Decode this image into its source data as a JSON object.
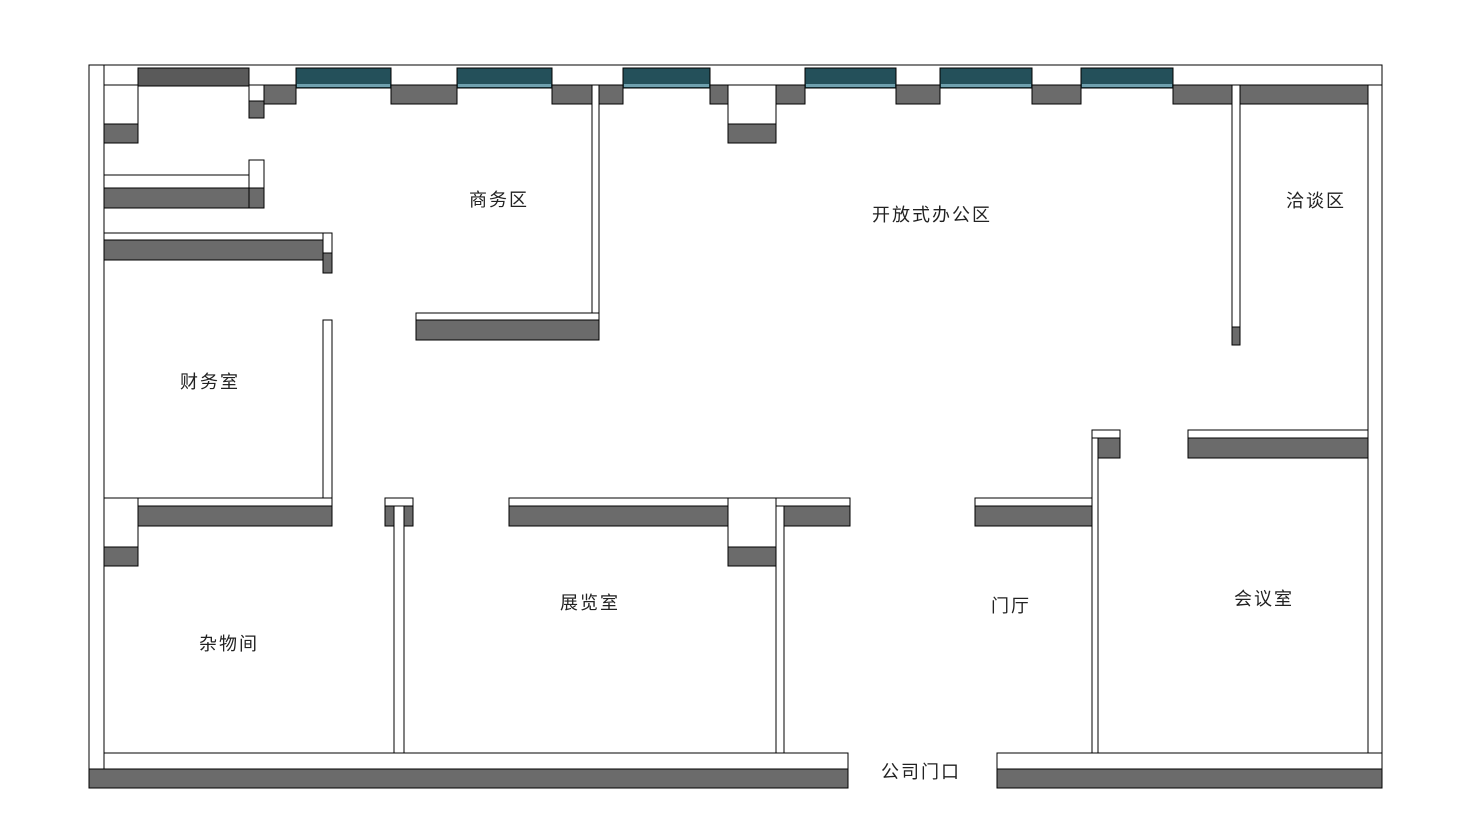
{
  "rooms": {
    "business_area": "商务区",
    "open_office": "开放式办公区",
    "negotiation_area": "洽谈区",
    "finance_room": "财务室",
    "storage_room": "杂物间",
    "exhibition_room": "展览室",
    "lobby": "门厅",
    "meeting_room": "会议室"
  },
  "entrance": "公司门口",
  "colors": {
    "wall_fill": "#6b6b6b",
    "window": "#24505a"
  }
}
